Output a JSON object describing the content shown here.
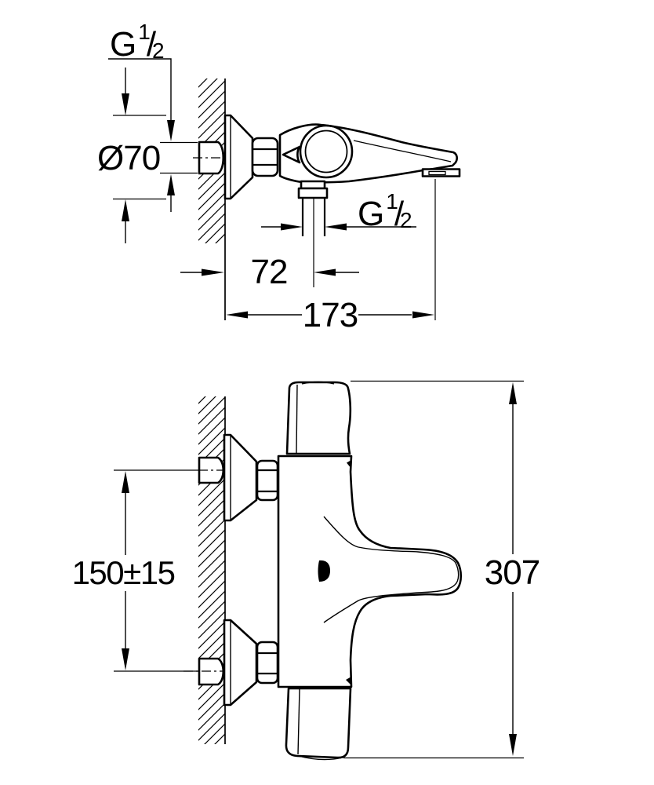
{
  "drawing": {
    "side_view": {
      "labels": {
        "inlet_thread": {
          "base": "G",
          "numerator": "1",
          "slash": "/",
          "denominator": "2"
        },
        "flange_diameter": "Ø70",
        "outlet_thread": {
          "base": "G",
          "numerator": "1",
          "slash": "/",
          "denominator": "2"
        },
        "outlet_offset_from_wall": "72",
        "spout_projection": "173"
      }
    },
    "front_view": {
      "labels": {
        "connection_center_distance": "150±15",
        "overall_height": "307"
      }
    },
    "colors": {
      "line": "#000000",
      "background": "#ffffff"
    }
  }
}
